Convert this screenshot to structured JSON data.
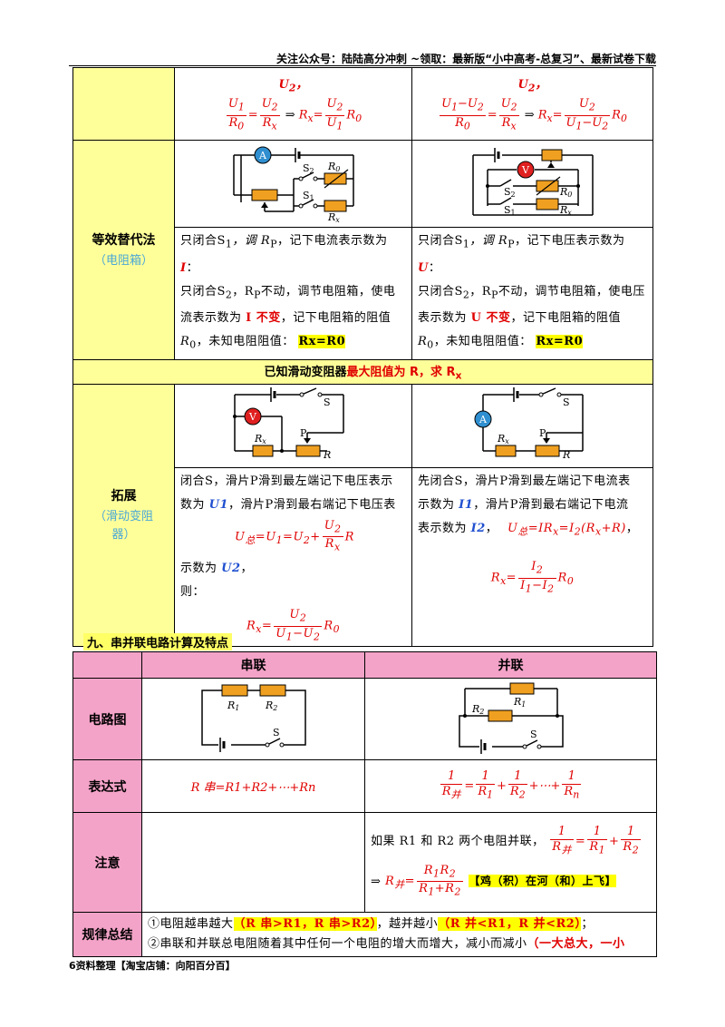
{
  "header": {
    "text": "关注公众号：陆陆高分冲刺 ~领取：最新版“小中高考-总复习”、最新试卷下载"
  },
  "footer": {
    "page": "6",
    "text": "资料整理【淘宝店铺：向阳百分百】"
  },
  "table1": {
    "row0": {
      "left_top": "U",
      "left_top_sub": "2",
      "right_top": "U",
      "right_top_sub": "2",
      "comma": "，"
    },
    "equiv": {
      "label": "等效替代法",
      "sub": "（电阻箱）",
      "left_text": [
        "只闭合S",
        "1",
        "，调 R",
        "P",
        "，记下电流表示数为"
      ],
      "left_I": "I",
      "left_text2": [
        "只闭合S",
        "2",
        "，R",
        "P",
        "不动，调节电阻箱，使电流表示数为"
      ],
      "left_bold": "I 不变",
      "left_text3": "，记下电阻箱的阻值",
      "left_text4": [
        "R",
        "0",
        "，未知电阻阻值："
      ],
      "left_hl": "Rx=R0",
      "right_text": [
        "只闭合S",
        "1",
        "，调 R",
        "P",
        "，记下电压表示数为"
      ],
      "right_U": "U",
      "right_text2": [
        "只闭合S",
        "2",
        "，R",
        "P",
        "不动，调节电阻箱，使电压表示数为"
      ],
      "right_bold": "U 不变",
      "right_text3": "，记下电阻箱的阻值",
      "right_text4": [
        "R",
        "0",
        "，未知电阻阻值："
      ],
      "right_hl": "Rx=R0"
    },
    "span_row": {
      "a": "已知滑动变阻器",
      "b": "最大阻值为 R，求 R",
      "b_sub": "x"
    },
    "ext": {
      "label": "拓展",
      "sub": "（滑动变阻器）",
      "left_l1": "闭合S，滑片P滑到最左端记下电压表示",
      "left_l2a": "数为 ",
      "left_U1": "U1",
      "left_l2b": "，滑片P滑到最右端记下电压表",
      "left_l3a": "示数为 ",
      "left_U2": "U2",
      "left_l3b": "，",
      "left_l4": "则：",
      "right_l1": "先闭合S，滑片P滑到最左端记下电流表",
      "right_l2a": "示数为 ",
      "right_I1": "I1",
      "right_l2b": "，滑片P滑到最右端记下电流",
      "right_l3a": "表示数为 ",
      "right_I2": "I2",
      "right_l3b": "，",
      "comma": "，"
    }
  },
  "section9": {
    "title": "九、串并联电路计算及特点"
  },
  "table2": {
    "col_series": "串联",
    "col_parallel": "并联",
    "row_circuit": "电路图",
    "row_expr": "表达式",
    "row_note": "注意",
    "row_rule": "规律总结",
    "series_expr": "R 串=R1+R2+⋯+Rn",
    "note_text": "如果 R1 和 R2 两个电阻并联，",
    "note_tip": "【鸡（积）在河（和）上飞】",
    "rule1_a": "①电阻越串越大",
    "rule1_hl": "（R 串>R1，R 串>R2）",
    "rule1_b": "，越并越小",
    "rule1_hl2": "（R 并<R1，R 并<R2）",
    "rule1_c": "；",
    "rule2_a": "②串联和并联总电阻随着其中任何一个电阻的增大而增大，减小而减小",
    "rule2_b": "（一大总大，一小"
  },
  "circuit_labels": {
    "A": "A",
    "V": "V",
    "S": "S",
    "S1": "S1",
    "S2": "S2",
    "R0": "R0",
    "Rx": "Rx",
    "R": "R",
    "P": "P",
    "R1": "R1",
    "R2": "R2"
  }
}
